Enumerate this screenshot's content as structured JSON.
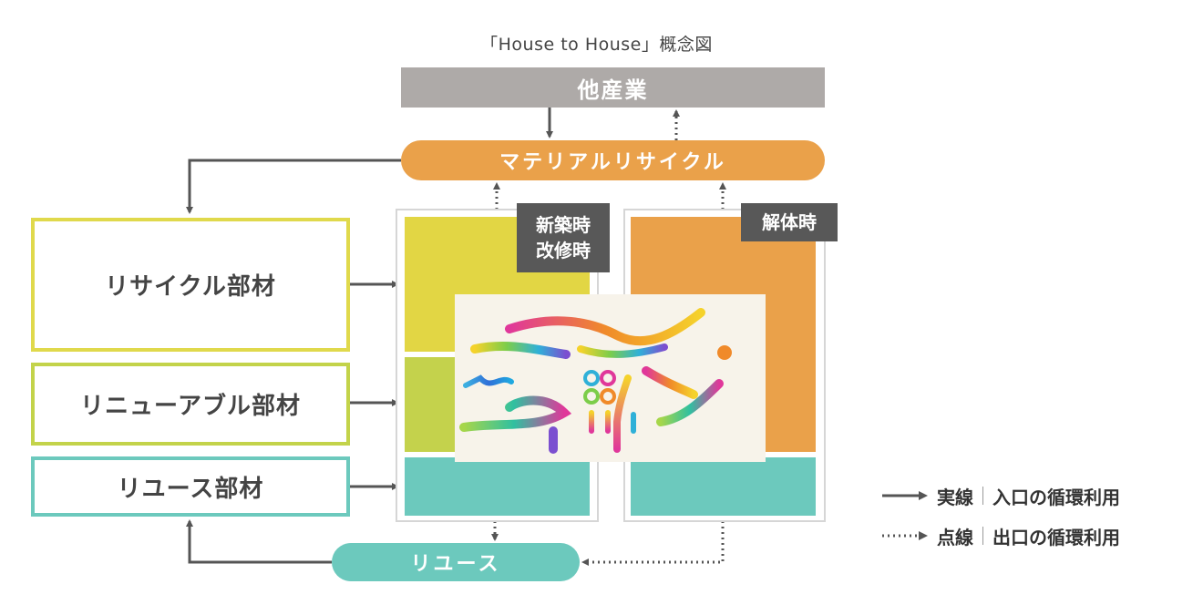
{
  "title": "「House to House」概念図",
  "industry_label": "他産業",
  "material_recycle_label": "マテリアルリサイクル",
  "reuse_label": "リユース",
  "sources": {
    "recycle": "リサイクル部材",
    "renewable": "リニューアブル部材",
    "reuse": "リユース部材"
  },
  "tags": {
    "new_line1": "新築時",
    "new_line2": "改修時",
    "demolition": "解体時"
  },
  "legend": {
    "solid_term": "実線",
    "solid_desc": "入口の循環利用",
    "dotted_term": "点線",
    "dotted_desc": "出口の循環利用"
  },
  "colors": {
    "gray": "#aeaaa8",
    "orange": "#eaa14a",
    "yellow": "#e2d644",
    "lime": "#c4d24c",
    "teal": "#6cc9bd",
    "dark_tag": "#585858",
    "arrow": "#555555"
  },
  "logo": {
    "icon": "colorful-abstract-logo"
  }
}
